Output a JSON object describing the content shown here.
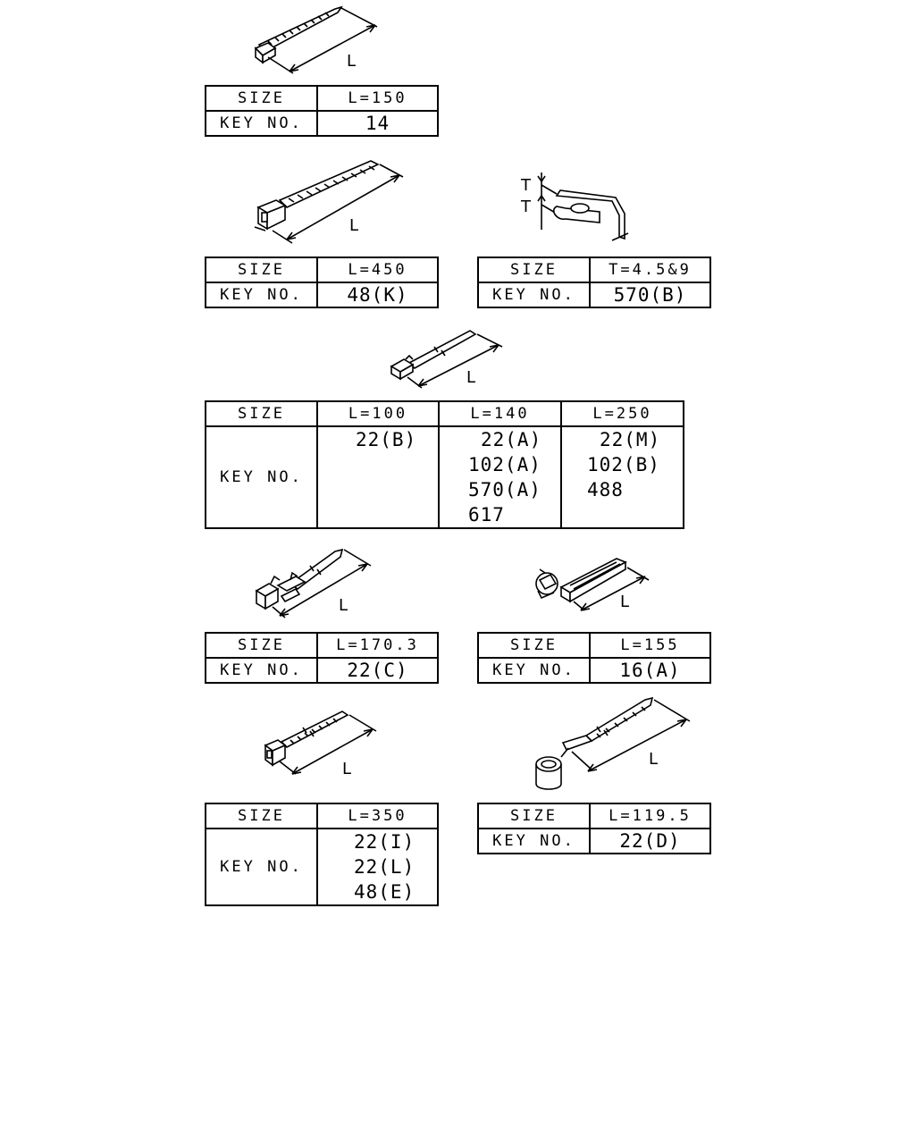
{
  "items": [
    {
      "size_label": "SIZE",
      "size_value": "L=150",
      "key_label": "KEY NO.",
      "key_values": [
        "14"
      ],
      "dim_label": "L",
      "icon": "cable-tie-square-head"
    },
    {
      "size_label": "SIZE",
      "size_value": "L=450",
      "key_label": "KEY NO.",
      "key_values": [
        "48(K)"
      ],
      "dim_label": "L",
      "icon": "cable-tie-wide-head"
    },
    {
      "size_label": "SIZE",
      "size_value": "T=4.5&9",
      "key_label": "KEY NO.",
      "key_values": [
        "570(B)"
      ],
      "dim_labels": [
        "T",
        "T"
      ],
      "icon": "bent-clip"
    },
    {
      "size_label": "SIZE",
      "key_label": "KEY NO.",
      "dim_label": "L",
      "icon": "cable-tie-clip-head",
      "columns": [
        {
          "size_value": "L=100",
          "key_values": [
            "22(B)"
          ]
        },
        {
          "size_value": "L=140",
          "key_values": [
            "22(A)",
            "102(A)",
            "570(A)",
            "617"
          ]
        },
        {
          "size_value": "L=250",
          "key_values": [
            "22(M)",
            "102(B)",
            "488"
          ]
        }
      ]
    },
    {
      "size_label": "SIZE",
      "size_value": "L=170.3",
      "key_label": "KEY NO.",
      "key_values": [
        "22(C)"
      ],
      "dim_label": "L",
      "icon": "cable-tie-mount-head"
    },
    {
      "size_label": "SIZE",
      "size_value": "L=155",
      "key_label": "KEY NO.",
      "key_values": [
        "16(A)"
      ],
      "dim_label": "L",
      "icon": "slotted-strap-clip"
    },
    {
      "size_label": "SIZE",
      "size_value": "L=350",
      "key_label": "KEY NO.",
      "key_values": [
        "22(I)",
        "22(L)",
        "48(E)"
      ],
      "dim_label": "L",
      "icon": "cable-tie-square-head-long"
    },
    {
      "size_label": "SIZE",
      "size_value": "L=119.5",
      "key_label": "KEY NO.",
      "key_values": [
        "22(D)"
      ],
      "dim_label": "L",
      "icon": "cable-tie-ring-clamp"
    }
  ]
}
